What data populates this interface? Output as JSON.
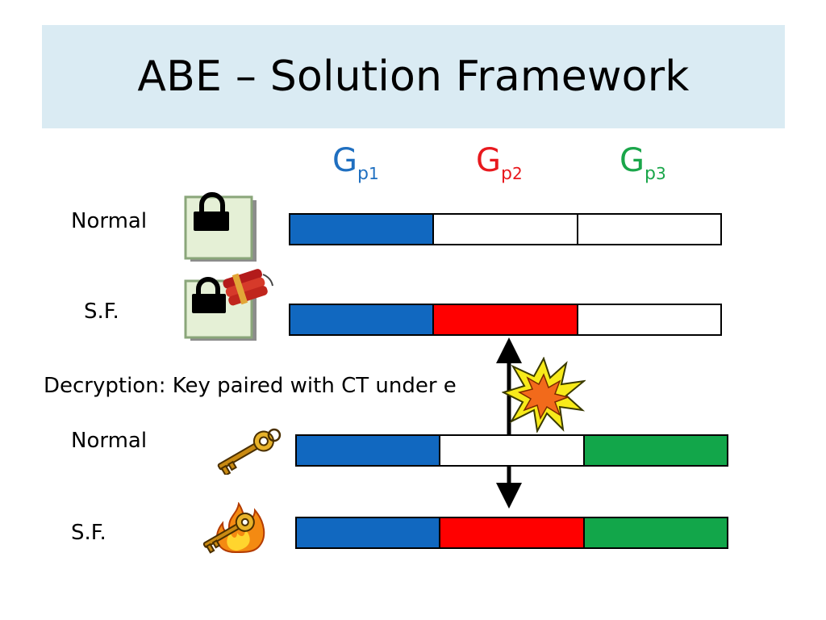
{
  "slide": {
    "title": "ABE – Solution Framework"
  },
  "groups": [
    {
      "base": "G",
      "sub": "p",
      "index": "1",
      "color": "#1f6fc0"
    },
    {
      "base": "G",
      "sub": "p",
      "index": "2",
      "color": "#e8191e"
    },
    {
      "base": "G",
      "sub": "p",
      "index": "3",
      "color": "#1aa64a"
    }
  ],
  "rows": {
    "ct_normal": {
      "label": "Normal",
      "icon": "lock-icon",
      "segments": [
        "#1168c0",
        "#ffffff",
        "#ffffff"
      ]
    },
    "ct_sf": {
      "label": "S.F.",
      "icon": "lock-dynamite-icon",
      "segments": [
        "#1168c0",
        "#ff0000",
        "#ffffff"
      ]
    },
    "key_normal": {
      "label": "Normal",
      "icon": "key-icon",
      "segments": [
        "#1168c0",
        "#ffffff",
        "#12a64a"
      ]
    },
    "key_sf": {
      "label": "S.F.",
      "icon": "key-fire-icon",
      "segments": [
        "#1168c0",
        "#ff0000",
        "#12a64a"
      ]
    }
  },
  "decryption_caption": "Decryption: Key paired with CT under e",
  "annotation": {
    "arrow": "double-arrow-icon",
    "explosion": "explosion-icon"
  }
}
